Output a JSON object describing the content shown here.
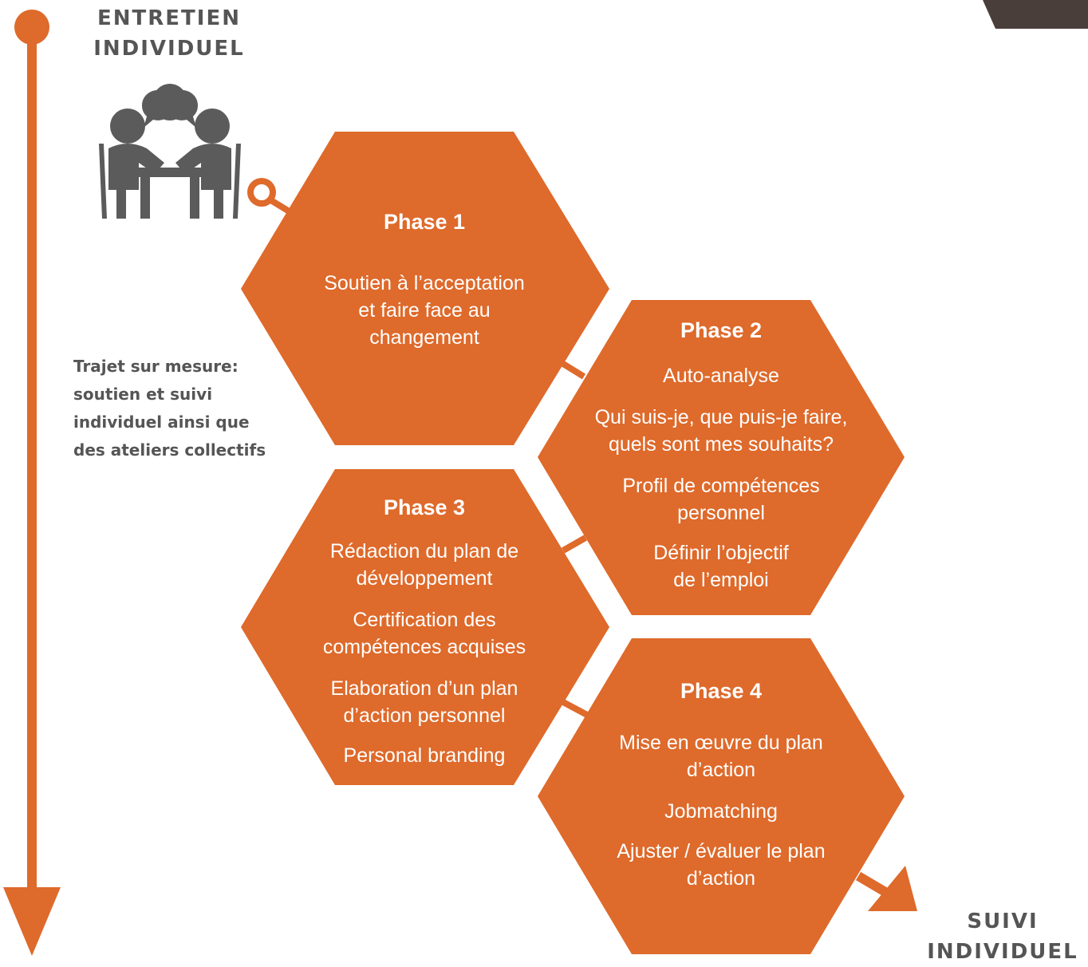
{
  "colors": {
    "accent": "#de6a2b",
    "icon": "#5b5b5b",
    "text": "#555555",
    "corner_photo": "#4a3e3a"
  },
  "top_heading": "ENTRETIEN\nINDIVIDUEL",
  "bottom_heading": "SUIVI\nINDIVIDUEL",
  "side_note": "Trajet sur mesure:\nsoutien et suivi\nindividuel ainsi que\ndes ateliers collectifs",
  "icon": "two-people-talking-at-table-icon",
  "phases": [
    {
      "title": "Phase 1",
      "items": [
        "Soutien à l’acceptation\net faire face au\nchangement"
      ]
    },
    {
      "title": "Phase 2",
      "items": [
        "Auto-analyse",
        "Qui suis-je, que puis-je faire,\nquels sont mes souhaits?",
        "Profil de compétences\npersonnel",
        "Définir l’objectif\nde l’emploi"
      ]
    },
    {
      "title": "Phase 3",
      "items": [
        "Rédaction du plan de\ndéveloppement",
        "Certification des\ncompétences acquises",
        "Elaboration d’un plan\nd’action personnel",
        "Personal branding"
      ]
    },
    {
      "title": "Phase 4",
      "items": [
        "Mise en œuvre du plan\nd’action",
        "Jobmatching",
        "Ajuster / évaluer le plan\nd’action"
      ]
    }
  ]
}
